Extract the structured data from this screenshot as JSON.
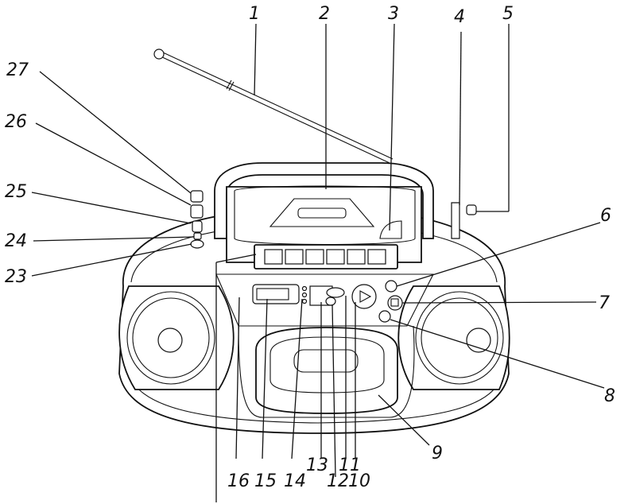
{
  "labels": {
    "l1": "1",
    "l2": "2",
    "l3": "3",
    "l4": "4",
    "l5": "5",
    "l6": "6",
    "l7": "7",
    "l8": "8",
    "l9": "9",
    "l10": "10",
    "l11": "11",
    "l12": "12",
    "l13": "13",
    "l14": "14",
    "l15": "15",
    "l16": "16",
    "l23": "23",
    "l24": "24",
    "l25": "25",
    "l26": "26",
    "l27": "27"
  }
}
